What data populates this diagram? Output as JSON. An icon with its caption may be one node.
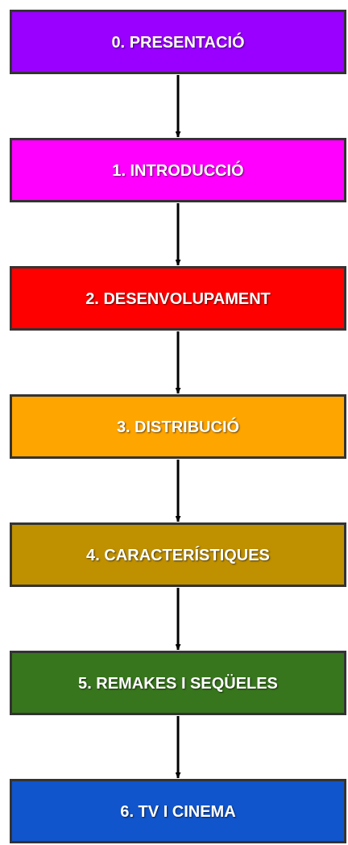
{
  "diagram": {
    "nodes": [
      {
        "text": [
          "0. PRESENTACIÓ"
        ]
      },
      {
        "text": [
          "1. INTRODUCCIÓ"
        ]
      },
      {
        "text": [
          "2. DESENVOLUPAMENT"
        ]
      },
      {
        "text": [
          "3. DISTRIBUCIÓ"
        ]
      },
      {
        "text": [
          "4. CARACTERÍSTIQUES"
        ]
      },
      {
        "text": [
          "5. REMAKES I SEQÜELES"
        ]
      },
      {
        "text": [
          "6. TV I CINEMA"
        ]
      }
    ],
    "edges": [
      {
        "from": 0,
        "to": 1,
        "arrow": "to"
      },
      {
        "from": 1,
        "to": 2,
        "arrow": "to"
      },
      {
        "from": 2,
        "to": 3,
        "arrow": "to"
      },
      {
        "from": 3,
        "to": 4,
        "arrow": "to"
      },
      {
        "from": 4,
        "to": 5,
        "arrow": "to"
      },
      {
        "from": 5,
        "to": 6,
        "arrow": "to"
      }
    ]
  }
}
